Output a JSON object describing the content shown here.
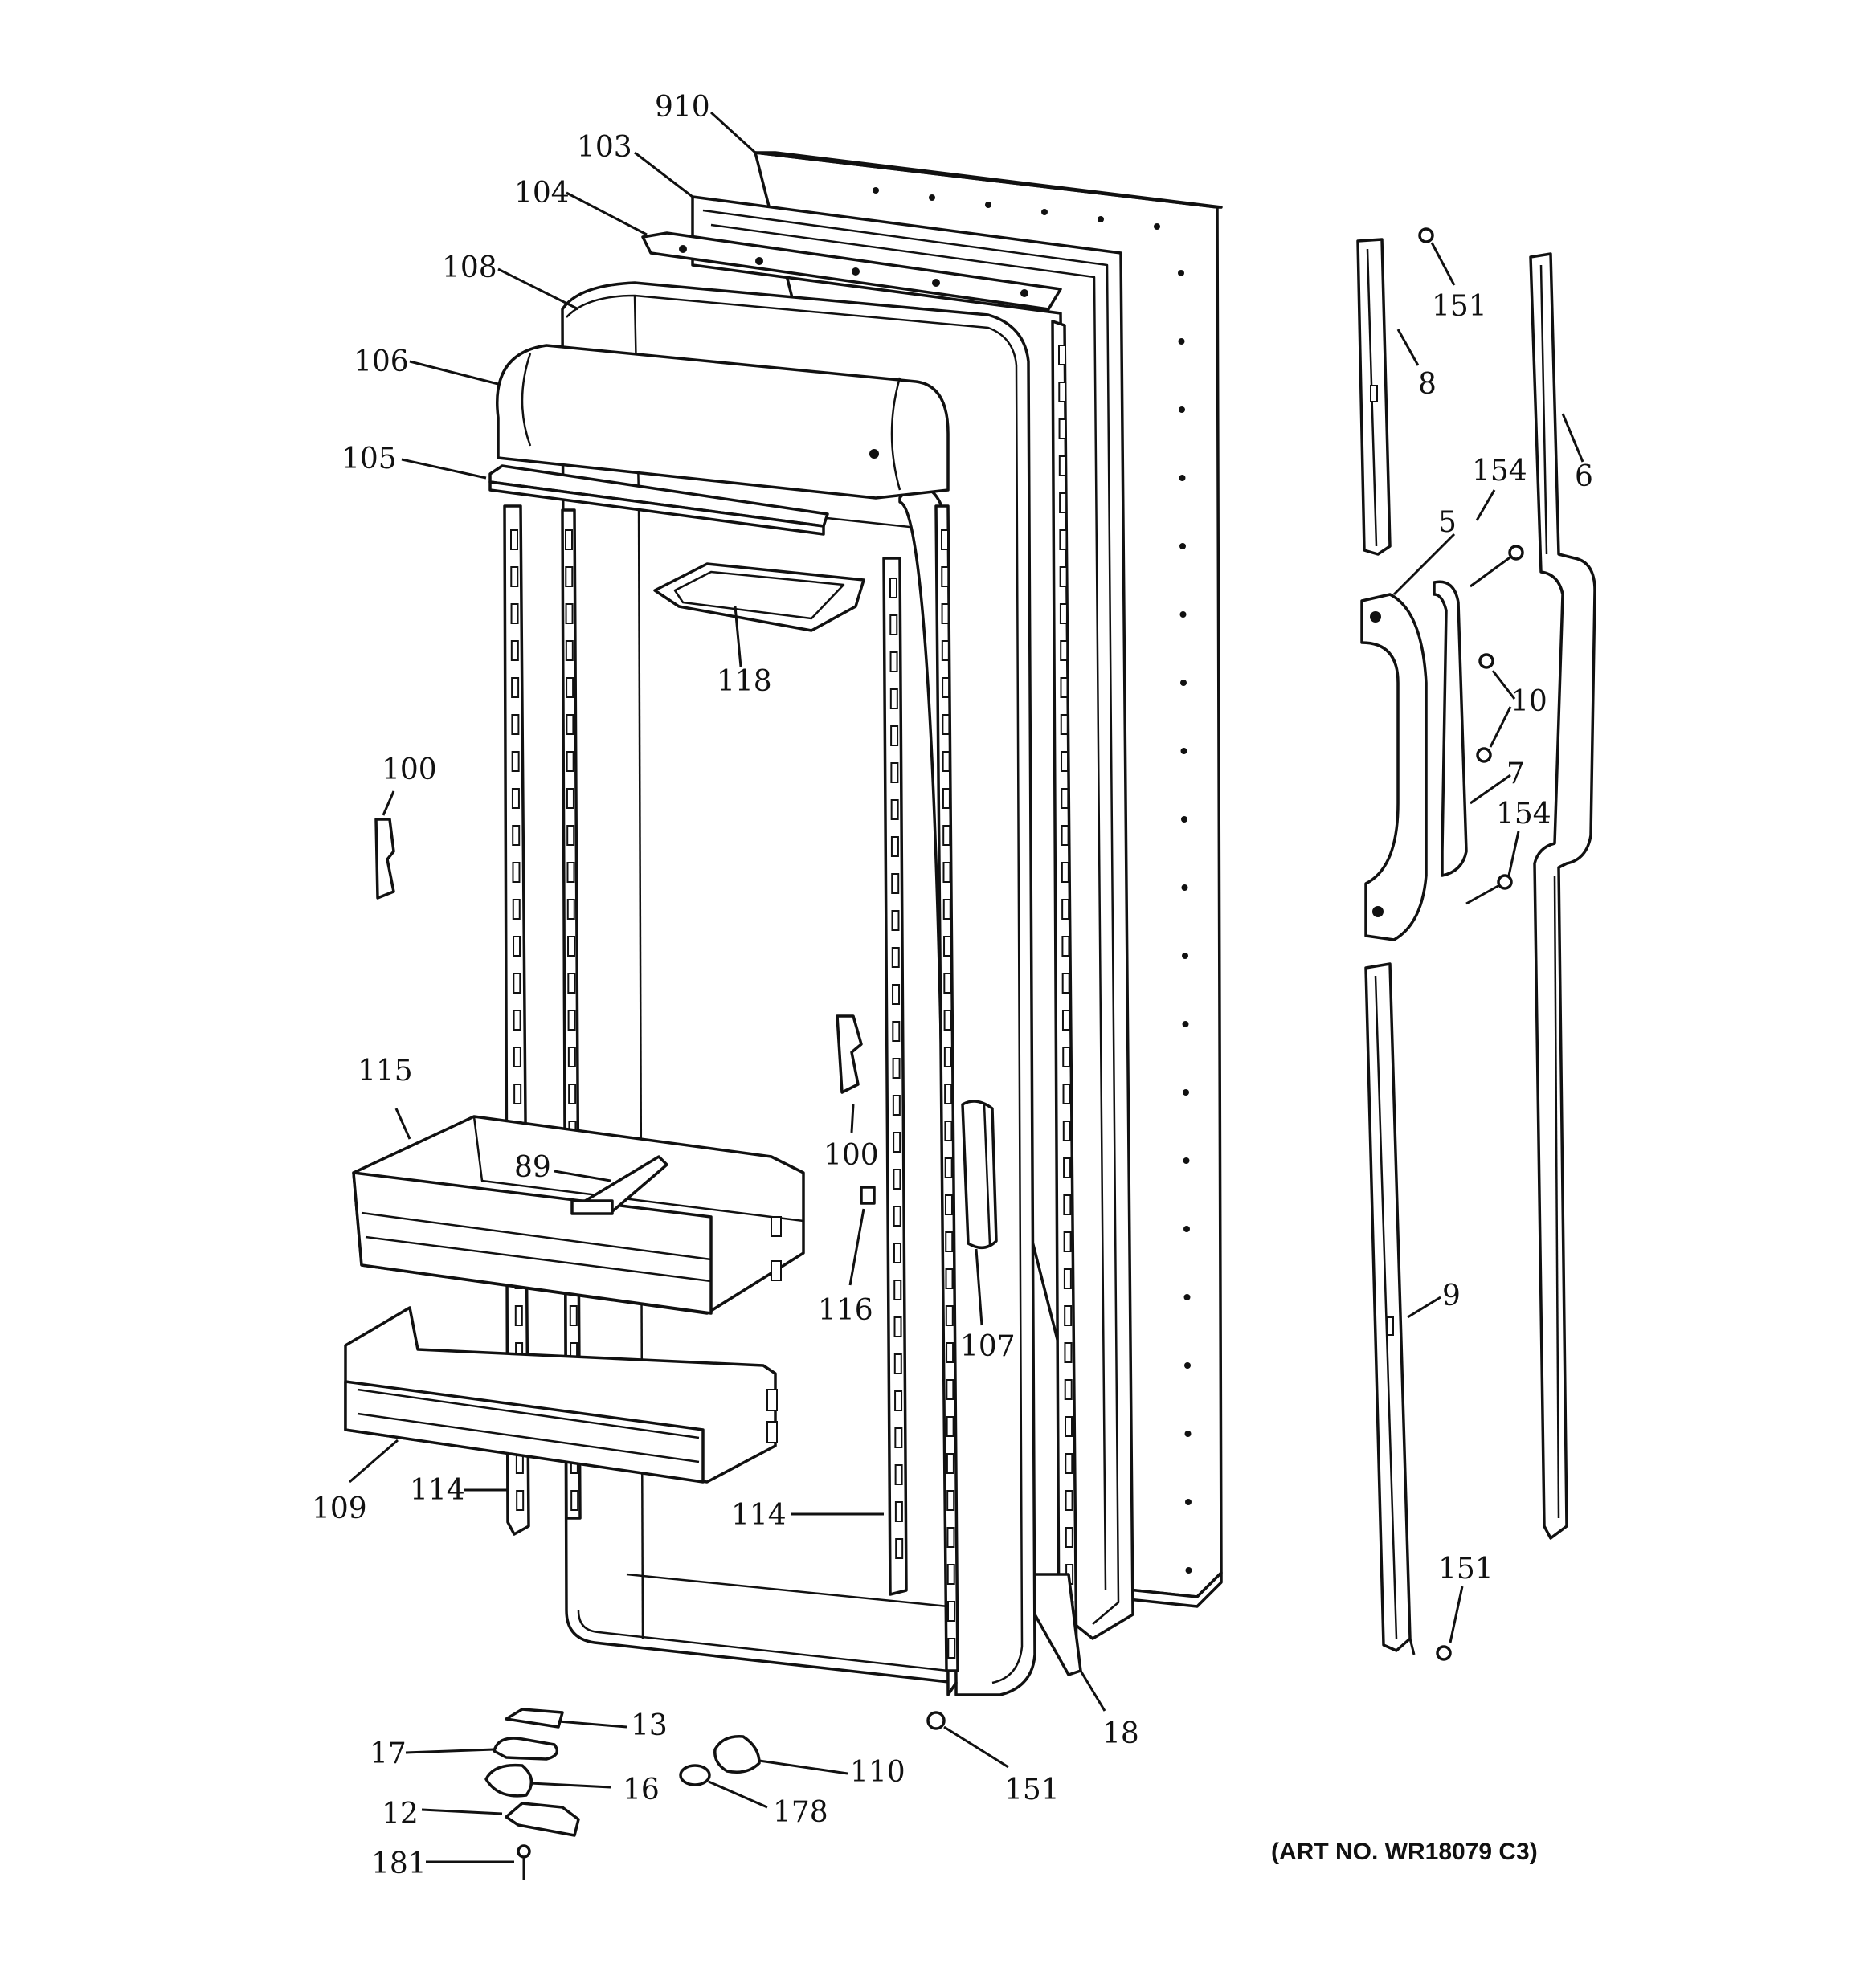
{
  "labels": {
    "l910": "910",
    "l103": "103",
    "l104": "104",
    "l108": "108",
    "l106": "106",
    "l105": "105",
    "l118": "118",
    "l100a": "100",
    "l100b": "100",
    "l115": "115",
    "l89": "89",
    "l116": "116",
    "l107": "107",
    "l109": "109",
    "l114a": "114",
    "l114b": "114",
    "l18": "18",
    "l151a": "151",
    "l151b": "151",
    "l151c": "151",
    "l8": "8",
    "l6": "6",
    "l154a": "154",
    "l154b": "154",
    "l5": "5",
    "l10": "10",
    "l7": "7",
    "l9": "9",
    "l13": "13",
    "l17": "17",
    "l16": "16",
    "l12": "12",
    "l181": "181",
    "l110": "110",
    "l178": "178"
  },
  "art_number": "(ART NO. WR18079 C3)"
}
